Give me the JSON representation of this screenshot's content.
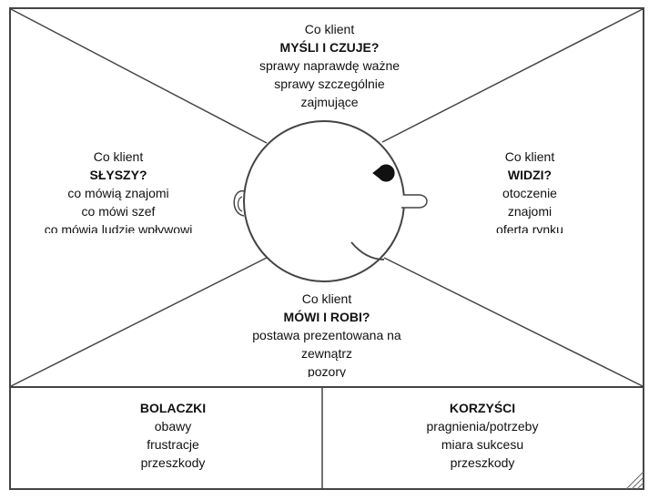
{
  "canvas": {
    "think": {
      "intro": "Co klient",
      "heading": "MYŚLI I CZUJE?",
      "lines": [
        "sprawy naprawdę ważne",
        "sprawy szczególnie",
        "zajmujące"
      ]
    },
    "hear": {
      "intro": "Co klient",
      "heading": "SŁYSZY?",
      "lines": [
        "co mówią znajomi",
        "co mówi szef",
        "co mówią ludzie wpływowi"
      ]
    },
    "see": {
      "intro": "Co klient",
      "heading": "WIDZI?",
      "lines": [
        "otoczenie",
        "znajomi",
        "oferta rynku"
      ]
    },
    "say": {
      "intro": "Co klient",
      "heading": "MÓWI I ROBI?",
      "lines": [
        "postawa prezentowana na",
        "zewnątrz",
        "pozory"
      ]
    }
  },
  "bottom": {
    "pains": {
      "heading": "BOLACZKI",
      "lines": [
        "obawy",
        "frustracje",
        "przeszkody"
      ]
    },
    "gains": {
      "heading": "KORZYŚCI",
      "lines": [
        "pragnienia/potrzeby",
        "miara sukcesu",
        "przeszkody"
      ]
    }
  }
}
